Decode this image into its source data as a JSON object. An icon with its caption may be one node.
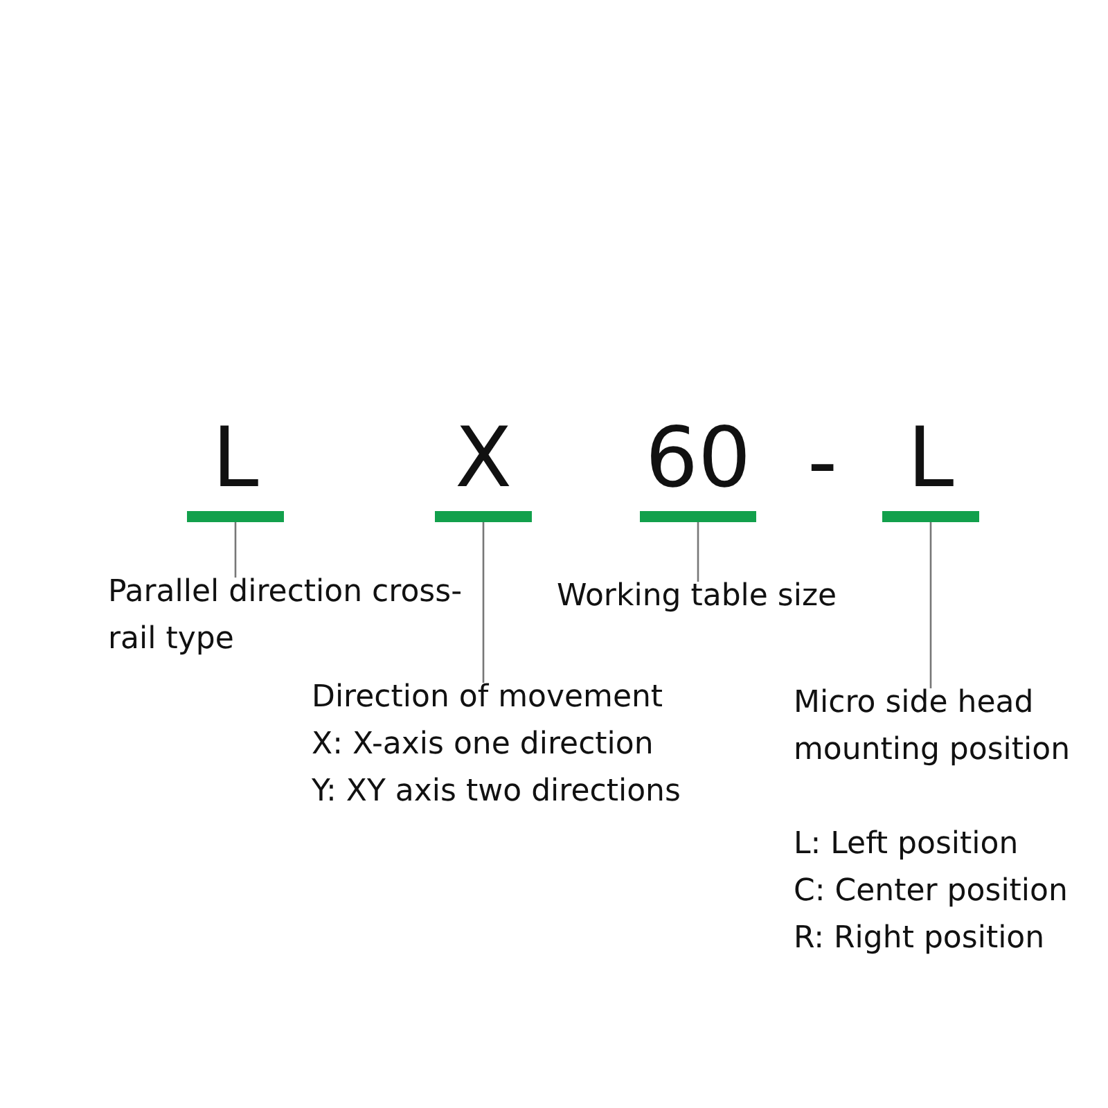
{
  "diagram": {
    "nodes": [
      {
        "text": [
          "L"
        ]
      },
      {
        "text": [
          "X"
        ]
      },
      {
        "text": [
          "60"
        ]
      },
      {
        "text": [
          "L"
        ]
      },
      {
        "text": [
          "Parallel direction cross-rail type"
        ]
      },
      {
        "text": [
          "Direction of movement",
          "X: X-axis one direction",
          "Y: XY axis two directions"
        ]
      },
      {
        "text": [
          "Working table size"
        ]
      },
      {
        "text": [
          "Micro side head mounting position",
          "L: Left position",
          "C: Center position",
          "R: Right position"
        ]
      }
    ],
    "edges": [
      {
        "from": 0,
        "to": 4,
        "arrow": "none"
      },
      {
        "from": 1,
        "to": 5,
        "arrow": "none"
      },
      {
        "from": 2,
        "to": 6,
        "arrow": "none"
      },
      {
        "from": 3,
        "to": 7,
        "arrow": "none"
      }
    ],
    "labels": [
      "-"
    ]
  }
}
